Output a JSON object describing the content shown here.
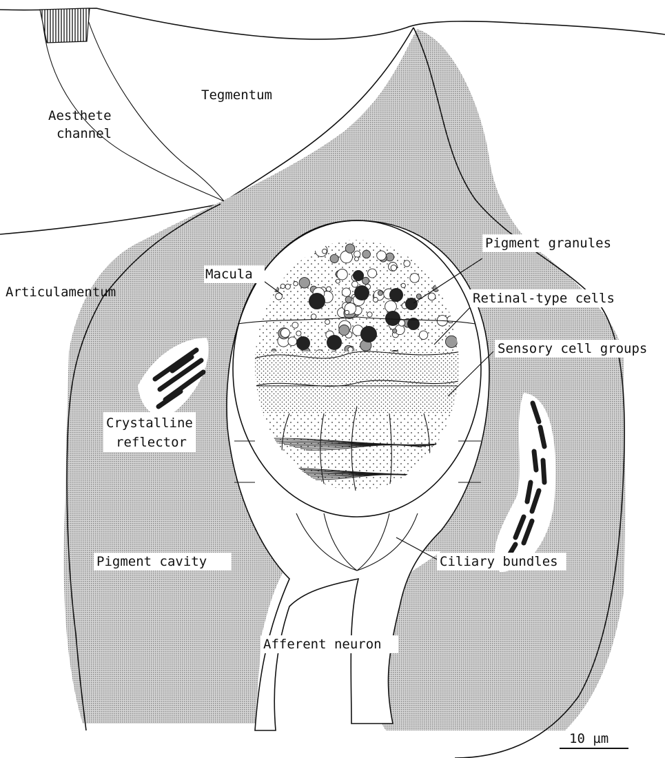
{
  "labels": {
    "tegmentum": "Tegmentum",
    "aesthete_channel_1": "Aesthete",
    "aesthete_channel_2": "channel",
    "articulamentum": "Articulamentum",
    "macula": "Macula",
    "pigment_granules": "Pigment granules",
    "retinal_type_cells": "Retinal-type cells",
    "sensory_cell_groups": "Sensory cell groups",
    "crystalline_reflector_1": "Crystalline",
    "crystalline_reflector_2": "reflector",
    "pigment_cavity": "Pigment cavity",
    "ciliary_bundles": "Ciliary bundles",
    "afferent_neuron": "Afferent neuron",
    "scale_bar": "10 µm"
  },
  "colors": {
    "stipple": "#b3b3b3",
    "granule_dark": "#222222",
    "outline": "#111111"
  }
}
